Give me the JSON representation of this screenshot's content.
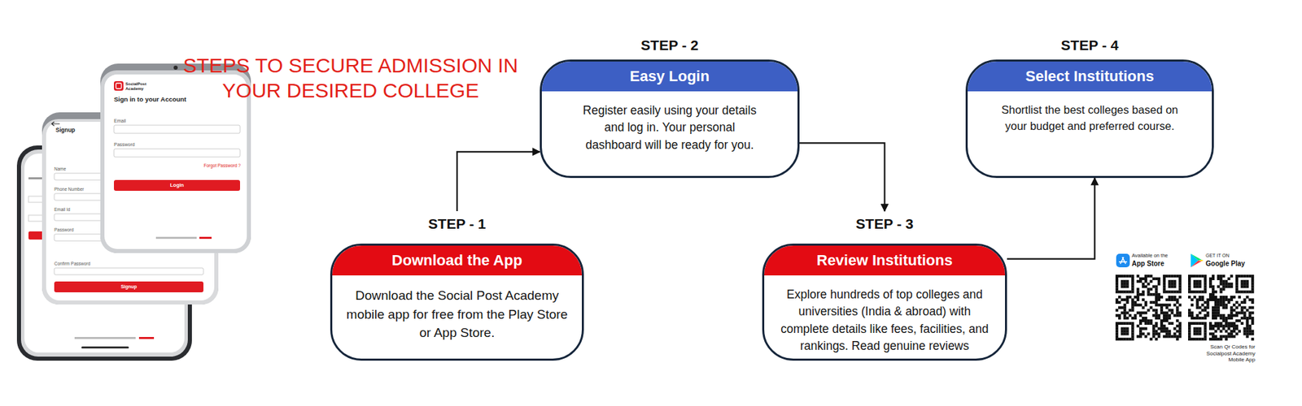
{
  "diagram": {
    "title": "STEPS TO SECURE ADMISSION IN YOUR DESIRED COLLEGE",
    "nodes": [
      {
        "text": [
          "STEP - 1",
          "Download the App",
          "Download the Social Post Academy mobile app for free from the Play Store or App Store."
        ]
      },
      {
        "text": [
          "STEP - 2",
          "Easy Login",
          "Register easily using your details and log in. Your personal dashboard will be ready for you."
        ]
      },
      {
        "text": [
          "STEP - 3",
          "Review Institutions",
          "Explore hundreds of top colleges and universities (India & abroad) with complete details like fees, facilities, and rankings. Read genuine reviews"
        ]
      },
      {
        "text": [
          "STEP - 4",
          "Select Institutions",
          "Shortlist the best colleges based on your budget and preferred course."
        ]
      }
    ],
    "edges": [
      {
        "from": 0,
        "to": 1,
        "arrow": "to"
      },
      {
        "from": 1,
        "to": 2,
        "arrow": "to"
      },
      {
        "from": 2,
        "to": 3,
        "arrow": "to"
      }
    ],
    "labels": [
      "SocialPost Academy",
      "Sign in to your Account",
      "Email",
      "Password",
      "Forgot Password ?",
      "Login",
      "Signup",
      "Name",
      "Phone Number",
      "Email Id",
      "Password",
      "Confirm Password",
      "Signup",
      "Available on the",
      "App Store",
      "GET IT ON",
      "Google Play",
      "Scan Qr Codes for Socialpost Academy Mobile App"
    ]
  }
}
